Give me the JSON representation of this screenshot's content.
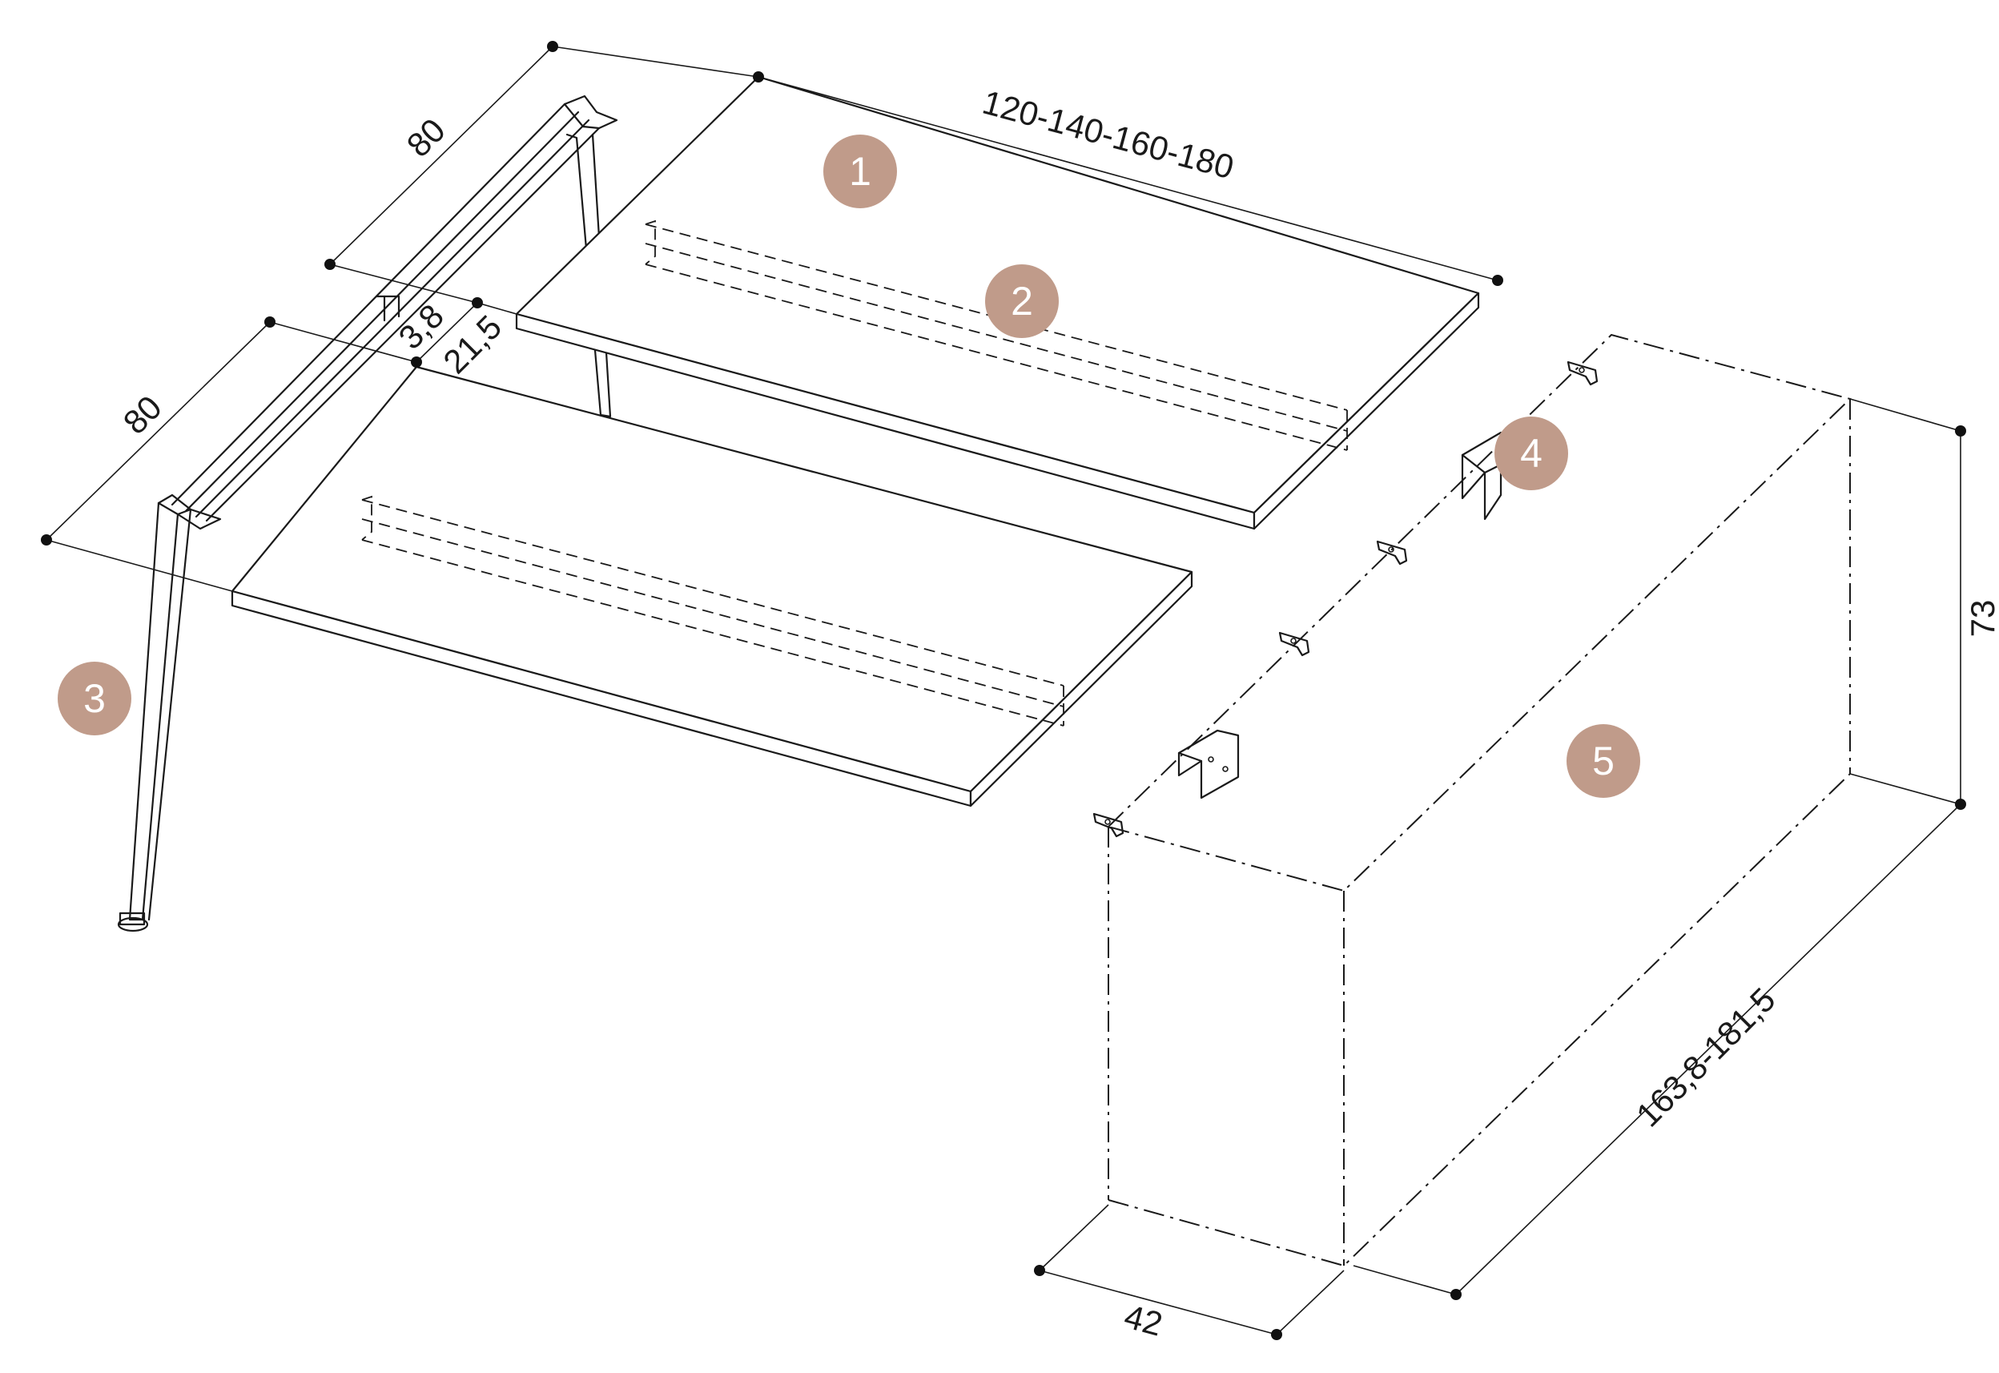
{
  "dimensions": {
    "top_width": "80",
    "desk_length": "120-140-160-180",
    "thickness": "3,8",
    "gap": "21,5",
    "bottom_width": "80",
    "height": "73",
    "total_length": "163,8-181,5",
    "depth": "42"
  },
  "badges": {
    "b1": "1",
    "b2": "2",
    "b3": "3",
    "b4": "4",
    "b5": "5"
  },
  "colors": {
    "badge": "#c09b8a",
    "line": "#1a1a1a"
  }
}
